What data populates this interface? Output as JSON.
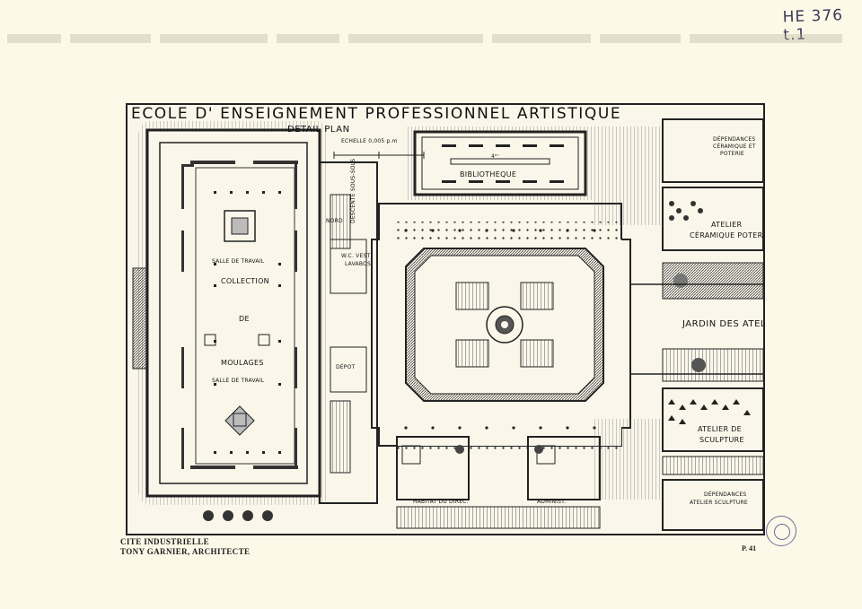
{
  "shelfmark": "HE 376 t.1",
  "title": "ECOLE D' ENSEIGNEMENT PROFESSIONNEL ARTISTIQUE",
  "plan_heading": "DETAIL PLAN",
  "scale_note": "ECHELLE 0,005 p.m",
  "labels": {
    "bibliotheque": "BIBLIOTHEQUE",
    "bib_floor": "4ᵉʳ",
    "dependances_ceramique_1": "DÉPENDANCES",
    "dependances_ceramique_2": "CÉRAMIQUE ET",
    "dependances_ceramique_3": "POTERIE",
    "atelier_ceramique_1": "ATELIER",
    "atelier_ceramique_2": "CÉRAMIQUE POTERIE",
    "nord": "NORD",
    "descente": "DESCENTE SOUS-SOLS",
    "wc": "W.C. VEST",
    "lavabos": "LAVABOS",
    "salle_travail_1": "SALLE DE TRAVAIL",
    "collection": "COLLECTION",
    "de": "DE",
    "moulages": "MOULAGES",
    "salle_travail_2": "SALLE DE TRAVAIL",
    "depot": "DÉPOT",
    "jardin": "JARDIN DES ATELIERS",
    "atelier_sculpture_1": "ATELIER DE",
    "atelier_sculpture_2": "SCULPTURE",
    "dependances_sculpture_1": "DÉPENDANCES",
    "dependances_sculpture_2": "ATELIER SCULPTURE",
    "habitat": "HABITAT DU DIREC.",
    "administ": "ADMINIST."
  },
  "caption": {
    "line1": "CITE INDUSTRIELLE",
    "line2": "TONY GARNIER, ARCHITECTE",
    "page": "P. 41"
  }
}
